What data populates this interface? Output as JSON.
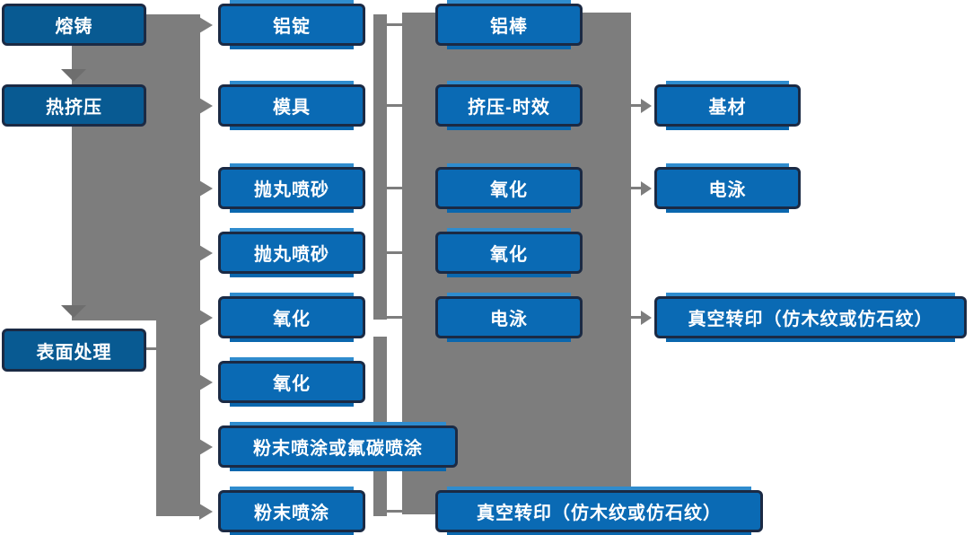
{
  "diagram_title": "",
  "colors": {
    "background": "#ffffff",
    "node_fill": "#0a6ab4",
    "node_fill_dark": "#085a92",
    "node_border": "#1b2a44",
    "node_text": "#ffffff",
    "highlight_strip": "#2f8cce",
    "shadow_strip": "#0a67ae",
    "connector_gray": "#7d7d7d",
    "connector_gray_dark": "#6e6e6e"
  },
  "nodes": [
    {
      "id": "melting-casting",
      "label": "熔铸"
    },
    {
      "id": "hot-extrusion",
      "label": "热挤压"
    },
    {
      "id": "surface-treatment",
      "label": "表面处理"
    },
    {
      "id": "aluminum-ingot",
      "label": "铝锭"
    },
    {
      "id": "mold",
      "label": "模具"
    },
    {
      "id": "shot-blasting-1",
      "label": "抛丸喷砂"
    },
    {
      "id": "shot-blasting-2",
      "label": "抛丸喷砂"
    },
    {
      "id": "oxidation-1",
      "label": "氧化"
    },
    {
      "id": "oxidation-2",
      "label": "氧化"
    },
    {
      "id": "powder-or-fluorocarbon",
      "label": "粉末喷涂或氟碳喷涂"
    },
    {
      "id": "powder-coating",
      "label": "粉末喷涂"
    },
    {
      "id": "aluminum-rod",
      "label": "铝棒"
    },
    {
      "id": "extrusion-aging",
      "label": "挤压-时效"
    },
    {
      "id": "oxidation-3",
      "label": "氧化"
    },
    {
      "id": "oxidation-4",
      "label": "氧化"
    },
    {
      "id": "electrophoresis-1",
      "label": "电泳"
    },
    {
      "id": "vacuum-transfer-bottom",
      "label": "真空转印（仿木纹或仿石纹）"
    },
    {
      "id": "base-material",
      "label": "基材"
    },
    {
      "id": "electrophoresis-2",
      "label": "电泳"
    },
    {
      "id": "vacuum-transfer-right",
      "label": "真空转印（仿木纹或仿石纹）"
    }
  ]
}
